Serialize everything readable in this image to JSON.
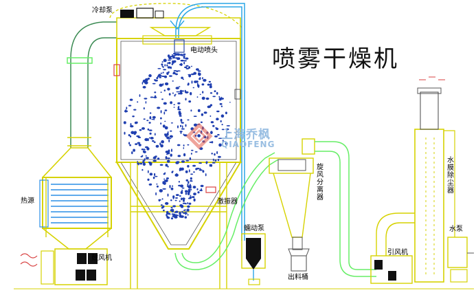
{
  "title": "喷雾干燥机",
  "logo": {
    "name_cn": "上海乔枫",
    "name_en": "QIAOFENG"
  },
  "labels": {
    "cooling_pump": "冷却泵",
    "electric_nozzle": "电动喷头",
    "heat_source": "热源",
    "blower": "鼓风机",
    "vibrator": "激振器",
    "cyclone": "旋风分离器",
    "feed_pump": "蠕动泵",
    "discharge_bucket": "出料桶",
    "induced_fan": "引风机",
    "water_dust_collector": "水膜除尘器",
    "water_pump": "水泵"
  },
  "colors": {
    "frame": "#d6d200",
    "hot_air_duct": "#3a8a52",
    "exhaust_duct": "#66ee66",
    "feed_line": "#2aa6e6",
    "heater_coil": "#2a8ee6",
    "droplets": "#1f3fb0",
    "logo": "#e25a4a"
  }
}
